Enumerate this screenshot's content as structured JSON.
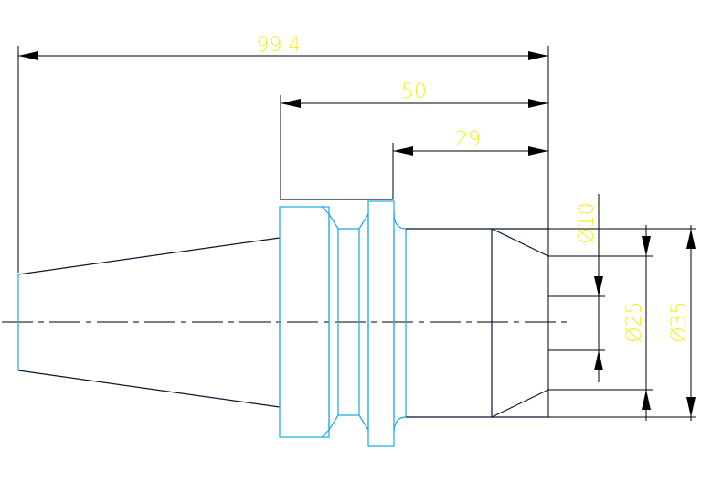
{
  "drawing": {
    "dimensions": {
      "overall_length": "99.4",
      "shank_length": "50",
      "collet_length": "29",
      "bore_diameter": "Ø10",
      "inner_diameter": "Ø25",
      "outer_diameter": "Ø35"
    },
    "colors": {
      "background": "#ffffff",
      "geometry_primary": "#1aa8e8",
      "geometry_secondary": "#0b1630",
      "dimension_lines": "#000000",
      "dimension_text": "#f2ef1a",
      "centerline": "#000000"
    }
  }
}
